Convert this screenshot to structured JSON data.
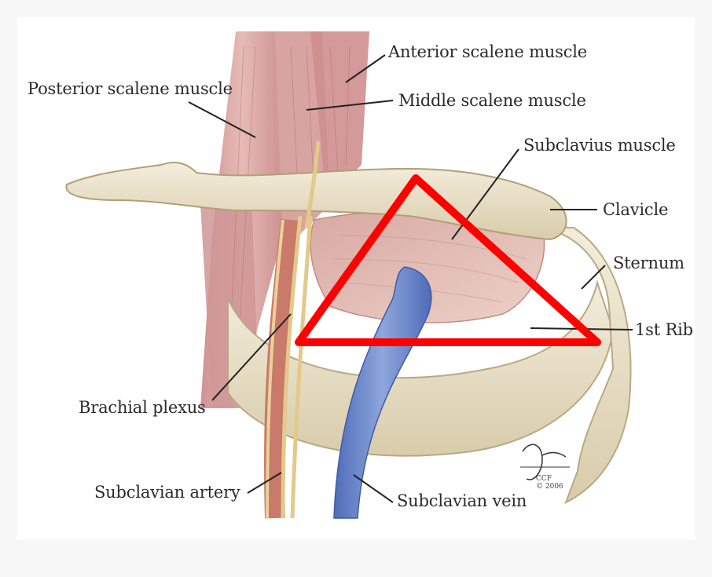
{
  "labels": {
    "anterior_scalene": "Anterior scalene muscle",
    "posterior_scalene": "Posterior scalene muscle",
    "middle_scalene": "Middle scalene muscle",
    "subclavius": "Subclavius muscle",
    "clavicle": "Clavicle",
    "sternum": "Sternum",
    "first_rib": "1st Rib",
    "brachial_plexus": "Brachial plexus",
    "subclavian_artery": "Subclavian artery",
    "subclavian_vein": "Subclavian vein"
  },
  "signature": {
    "mark": "CCF",
    "year": "© 2006"
  },
  "colors": {
    "background": "#f7f7f7",
    "muscle": "#d9a3a3",
    "bone": "#e8dfc8",
    "vein": "#6b86c8",
    "nerve": "#e3c98a",
    "artery": "#c97a6a",
    "highlight_triangle": "#ff0000"
  }
}
